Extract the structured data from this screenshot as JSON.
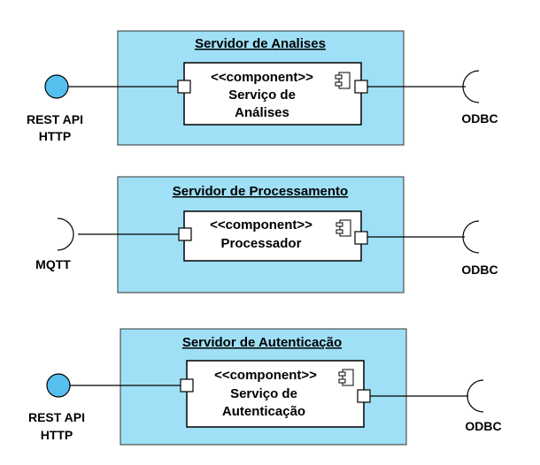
{
  "stereotype": "<<component>>",
  "colors": {
    "node_fill": "#9fe0f6",
    "lollipop_fill": "#55bfee",
    "line": "#000000"
  },
  "servers": [
    {
      "title": "Servidor de Analises",
      "component_lines": [
        "Serviço de",
        "Análises"
      ],
      "left_interface": {
        "type": "provided",
        "lines": [
          "REST API",
          "HTTP"
        ]
      },
      "right_interface": {
        "type": "required",
        "lines": [
          "ODBC"
        ]
      }
    },
    {
      "title": "Servidor de Processamento",
      "component_lines": [
        "Processador"
      ],
      "left_interface": {
        "type": "required",
        "lines": [
          "MQTT"
        ]
      },
      "right_interface": {
        "type": "required",
        "lines": [
          "ODBC"
        ]
      }
    },
    {
      "title": "Servidor de Autenticação",
      "component_lines": [
        "Serviço de",
        "Autenticação"
      ],
      "left_interface": {
        "type": "provided",
        "lines": [
          "REST API",
          "HTTP"
        ]
      },
      "right_interface": {
        "type": "required",
        "lines": [
          "ODBC"
        ]
      }
    }
  ]
}
